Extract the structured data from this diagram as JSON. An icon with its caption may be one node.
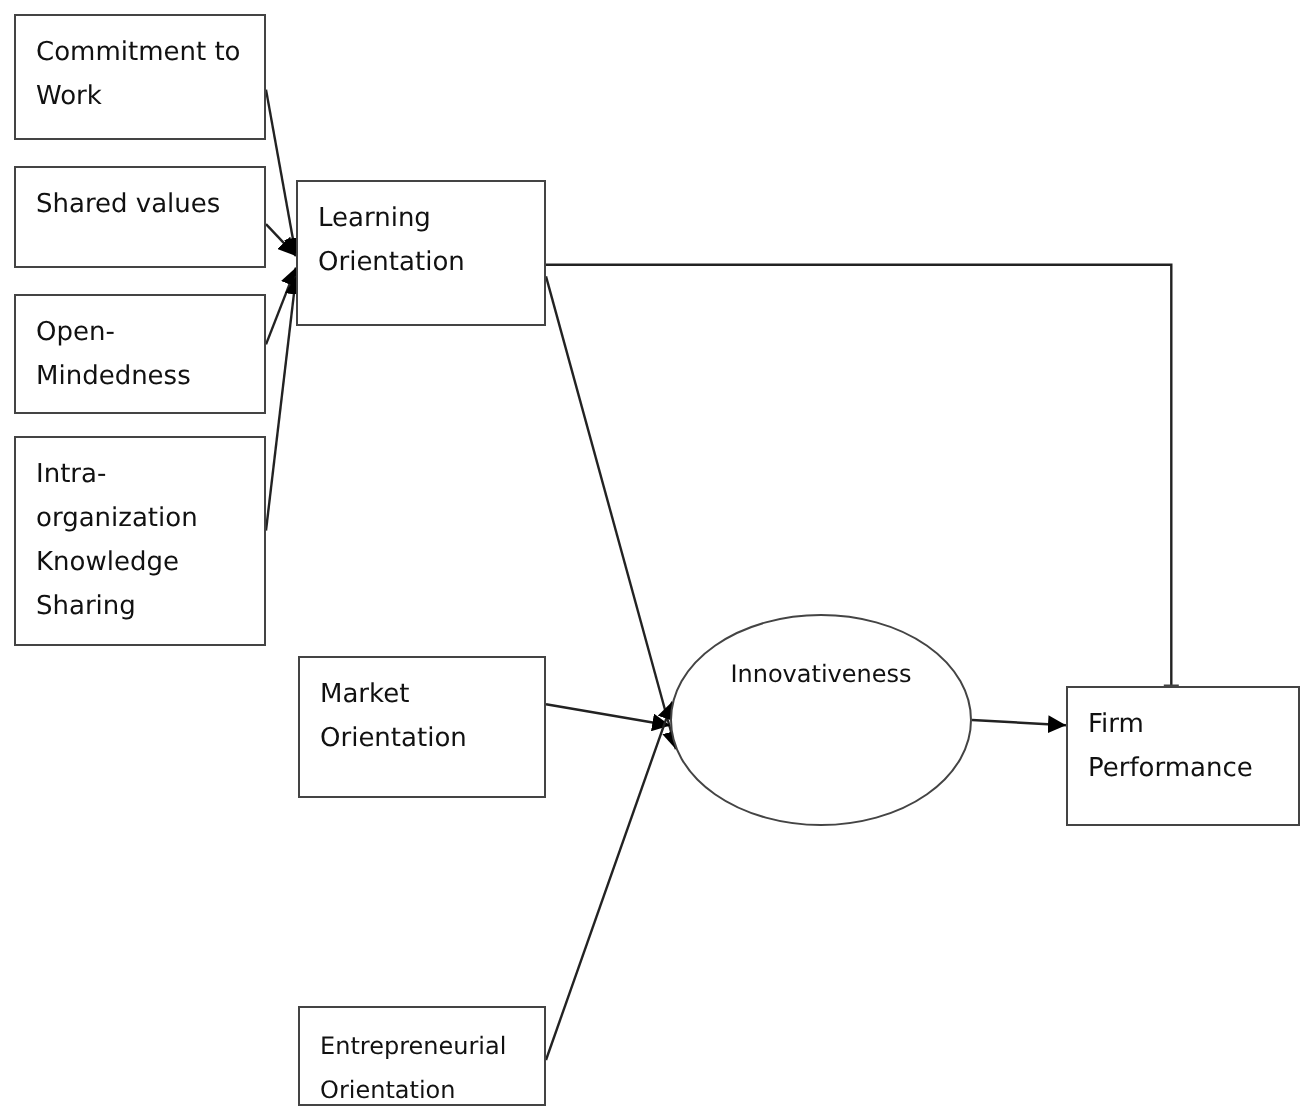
{
  "diagram": {
    "nodes": [
      {
        "text": [
          "Commitment to Work"
        ]
      },
      {
        "text": [
          "Shared values"
        ]
      },
      {
        "text": [
          "Open-Mindedness"
        ]
      },
      {
        "text": [
          "Intra-organization Knowledge Sharing"
        ]
      },
      {
        "text": [
          "Learning Orientation"
        ]
      },
      {
        "text": [
          "Market Orientation"
        ]
      },
      {
        "text": [
          "Innovativeness"
        ]
      },
      {
        "text": [
          "Firm Performance"
        ]
      },
      {
        "text": [
          "Entrepreneurial Orientation"
        ]
      }
    ],
    "edges": [
      {
        "from": 0,
        "to": 4,
        "arrow": "to"
      },
      {
        "from": 1,
        "to": 4,
        "arrow": "to"
      },
      {
        "from": 2,
        "to": 4,
        "arrow": "to"
      },
      {
        "from": 3,
        "to": 4,
        "arrow": "to"
      },
      {
        "from": 4,
        "to": 7,
        "arrow": "other"
      },
      {
        "from": 4,
        "to": 6,
        "arrow": "to"
      },
      {
        "from": 5,
        "to": 6,
        "arrow": "to"
      },
      {
        "from": 8,
        "to": 6,
        "arrow": "to"
      },
      {
        "from": 6,
        "to": 7,
        "arrow": "to"
      }
    ]
  }
}
